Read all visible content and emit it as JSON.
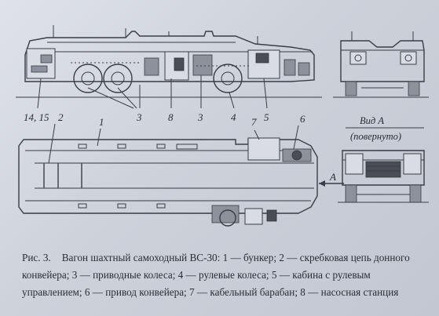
{
  "figure": {
    "callouts": {
      "c14_15": "14, 15",
      "c2": "2",
      "c1": "1",
      "c3a": "3",
      "c8": "8",
      "c3b": "3",
      "c4": "4",
      "c5": "5",
      "c7": "7",
      "c6": "6",
      "cA": "A"
    },
    "view_a_title": "Вид А",
    "view_a_subtitle": "(повернуто)"
  },
  "caption": {
    "fig_number": "Рис. 3.",
    "line1_text": "Вагон шахтный самоходный ВС-30: 1 — бункер; 2 — скребковая цепь донного",
    "line2_text": "конвейера; 3 — приводные колеса; 4 — рулевые колеса; 5 — кабина с рулевым",
    "line3_text": "управлением; 6 — привод конвейера; 7 — кабельный барабан; 8 — насосная станция"
  }
}
